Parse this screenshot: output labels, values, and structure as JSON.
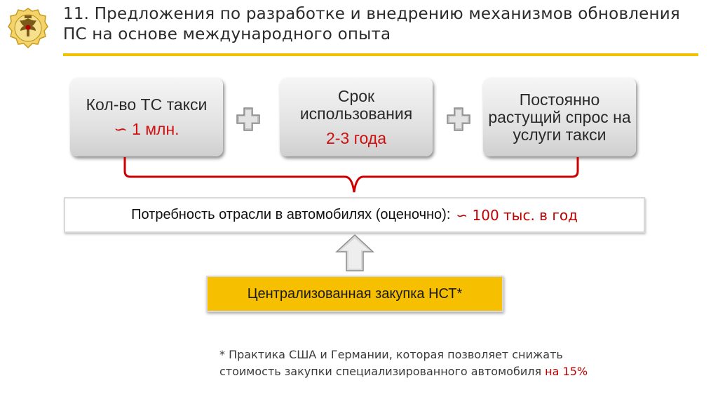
{
  "header": {
    "title_line1": "11. Предложения по разработке и внедрению механизмов обновления",
    "title_line2": "ПС на основе международного опыта",
    "logo_icon": "emblem-double-headed-eagle-icon",
    "rule_color": "#f2c200"
  },
  "cards": [
    {
      "label": "Кол-во ТС такси",
      "value": "∽ 1 млн."
    },
    {
      "label": "Срок использования",
      "value": "2-3 года"
    },
    {
      "label": "Постоянно растущий спрос на услуги такси",
      "value": ""
    }
  ],
  "operators": {
    "plus_icon": "plus-icon"
  },
  "need": {
    "label": "Потребность отрасли в автомобилях (оценочно):",
    "value": "∽ 100 тыс. в год"
  },
  "arrow_icon": "up-arrow-icon",
  "purchase": {
    "label": "Централизованная закупка НСТ*"
  },
  "footnote": {
    "line1": "* Практика США и Германии, которая позволяет снижать",
    "line2_prefix": "стоимость закупки специализированного автомобиля ",
    "line2_highlight": "на 15%"
  },
  "colors": {
    "accent_yellow": "#f6c000",
    "highlight_red": "#c00000",
    "brace_red": "#cc0000"
  }
}
